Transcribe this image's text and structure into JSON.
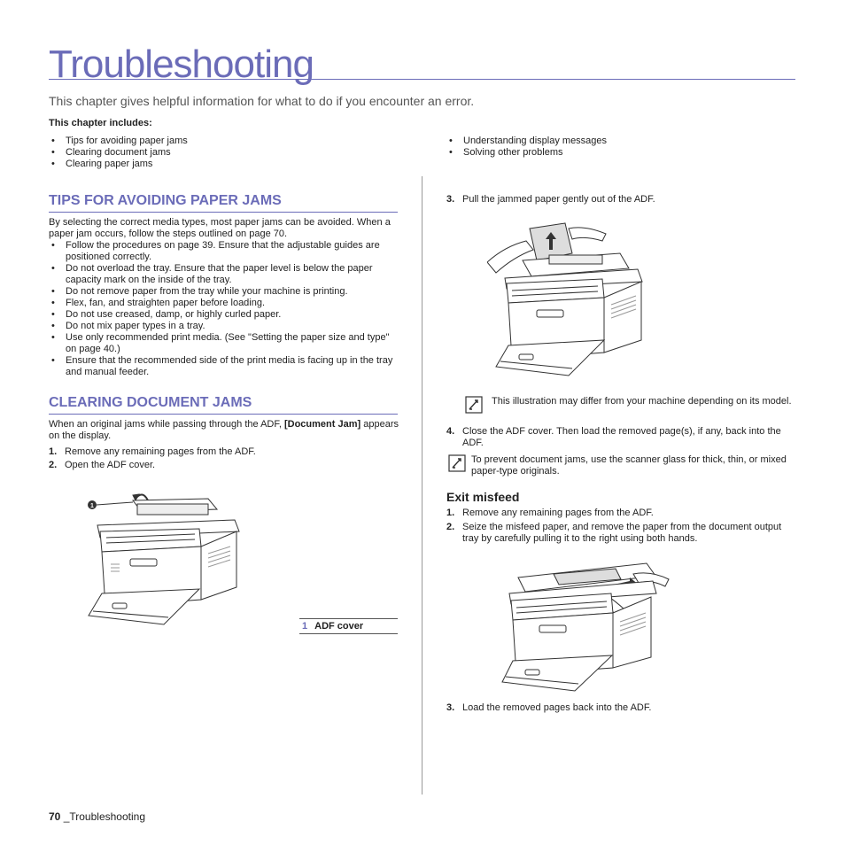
{
  "page": {
    "title": "Troubleshooting",
    "intro": "This chapter gives helpful information for what to do if you encounter an error.",
    "includes_label": "This chapter includes:",
    "includes_left": [
      "Tips for avoiding paper jams",
      "Clearing document jams",
      "Clearing paper jams"
    ],
    "includes_right": [
      "Understanding display messages",
      "Solving other problems"
    ]
  },
  "tips": {
    "heading": "TIPS FOR AVOIDING PAPER JAMS",
    "intro": "By selecting the correct media types, most paper jams can be avoided. When a paper jam occurs, follow the steps outlined on page 70.",
    "items": [
      "Follow the procedures on page 39. Ensure that the adjustable guides are positioned correctly.",
      "Do not overload the tray. Ensure that the paper level is below the paper capacity mark on the inside of the tray.",
      "Do not remove paper from the tray while your machine is printing.",
      "Flex, fan, and straighten paper before loading.",
      "Do not use creased, damp, or highly curled paper.",
      "Do not mix paper types in a tray.",
      "Use only recommended print media. (See \"Setting the paper size and type\" on page 40.)",
      "Ensure that the recommended side of the print media is facing up in the tray and manual feeder."
    ]
  },
  "clearing": {
    "heading": "CLEARING DOCUMENT JAMS",
    "intro_pre": "When an original jams while passing through the ADF, ",
    "intro_bold": "[Document Jam]",
    "intro_post": " appears on the display.",
    "steps": [
      {
        "n": "1.",
        "text": "Remove any remaining pages from the ADF."
      },
      {
        "n": "2.",
        "text": "Open the ADF cover."
      }
    ],
    "callout_num": "1",
    "caption_num": "1",
    "caption_text": "ADF cover"
  },
  "right": {
    "step3": {
      "n": "3.",
      "text": "Pull the jammed paper gently out of the ADF."
    },
    "note1": "This illustration may differ from your machine depending on its model.",
    "step4": {
      "n": "4.",
      "text": "Close the ADF cover. Then load the removed page(s), if any, back into the ADF."
    },
    "note2": "To prevent document jams, use the scanner glass for thick, thin, or mixed paper-type originals.",
    "exit_heading": "Exit misfeed",
    "exit_steps": [
      {
        "n": "1.",
        "text": "Remove any remaining pages from the ADF."
      },
      {
        "n": "2.",
        "text": "Seize the misfeed paper, and remove the paper from the document output tray by carefully pulling it to the right using both hands."
      }
    ],
    "exit_step3": {
      "n": "3.",
      "text": "Load the removed pages back into the ADF."
    }
  },
  "footer": {
    "page_num": "70",
    "label": "_Troubleshooting"
  },
  "colors": {
    "accent": "#6b6cb8",
    "text": "#222222"
  }
}
